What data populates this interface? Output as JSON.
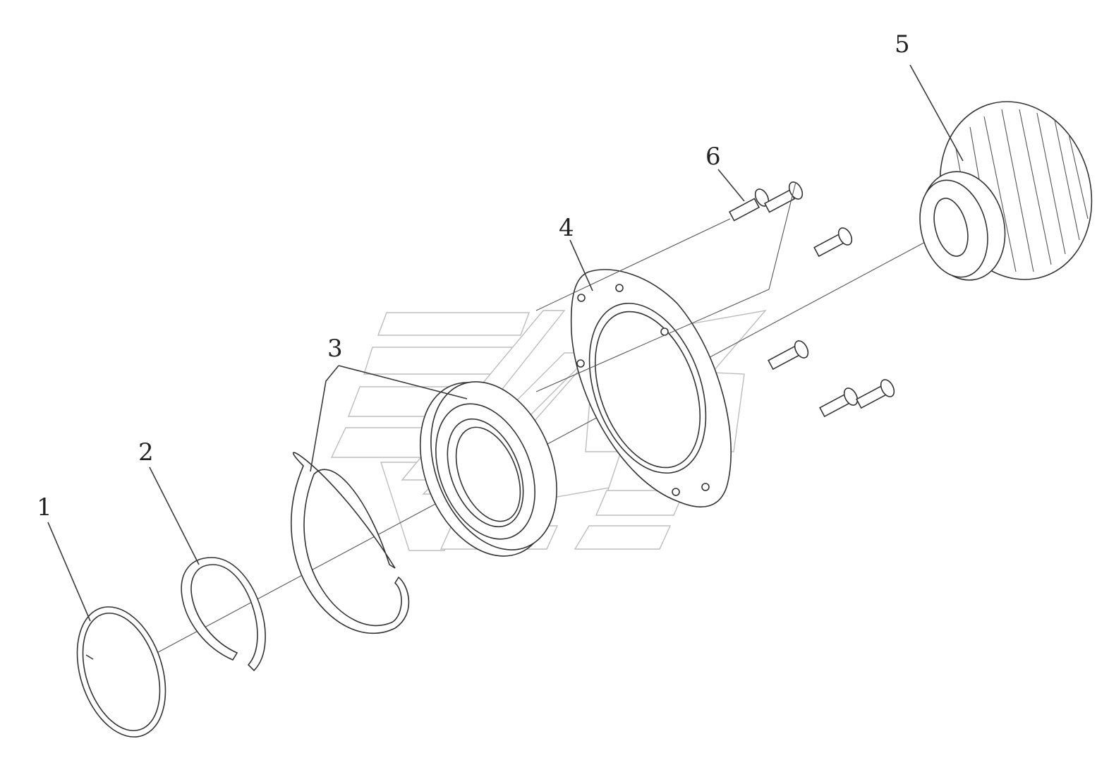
{
  "diagram": {
    "callouts": [
      {
        "id": "1",
        "label": "1"
      },
      {
        "id": "2",
        "label": "2"
      },
      {
        "id": "3",
        "label": "3"
      },
      {
        "id": "4",
        "label": "4"
      },
      {
        "id": "5",
        "label": "5"
      },
      {
        "id": "6",
        "label": "6"
      }
    ],
    "parts": [
      {
        "callout": "1",
        "name": "retaining-ring"
      },
      {
        "callout": "2",
        "name": "snap-ring"
      },
      {
        "callout": "3",
        "name": "ball-bearing-and-snap-ring"
      },
      {
        "callout": "4",
        "name": "bearing-cover-plate"
      },
      {
        "callout": "5",
        "name": "helical-gear"
      },
      {
        "callout": "6",
        "name": "flange-bolts"
      }
    ],
    "colors": {
      "line": "#333333",
      "watermark": "#bdbdbd",
      "background": "#ffffff"
    }
  }
}
